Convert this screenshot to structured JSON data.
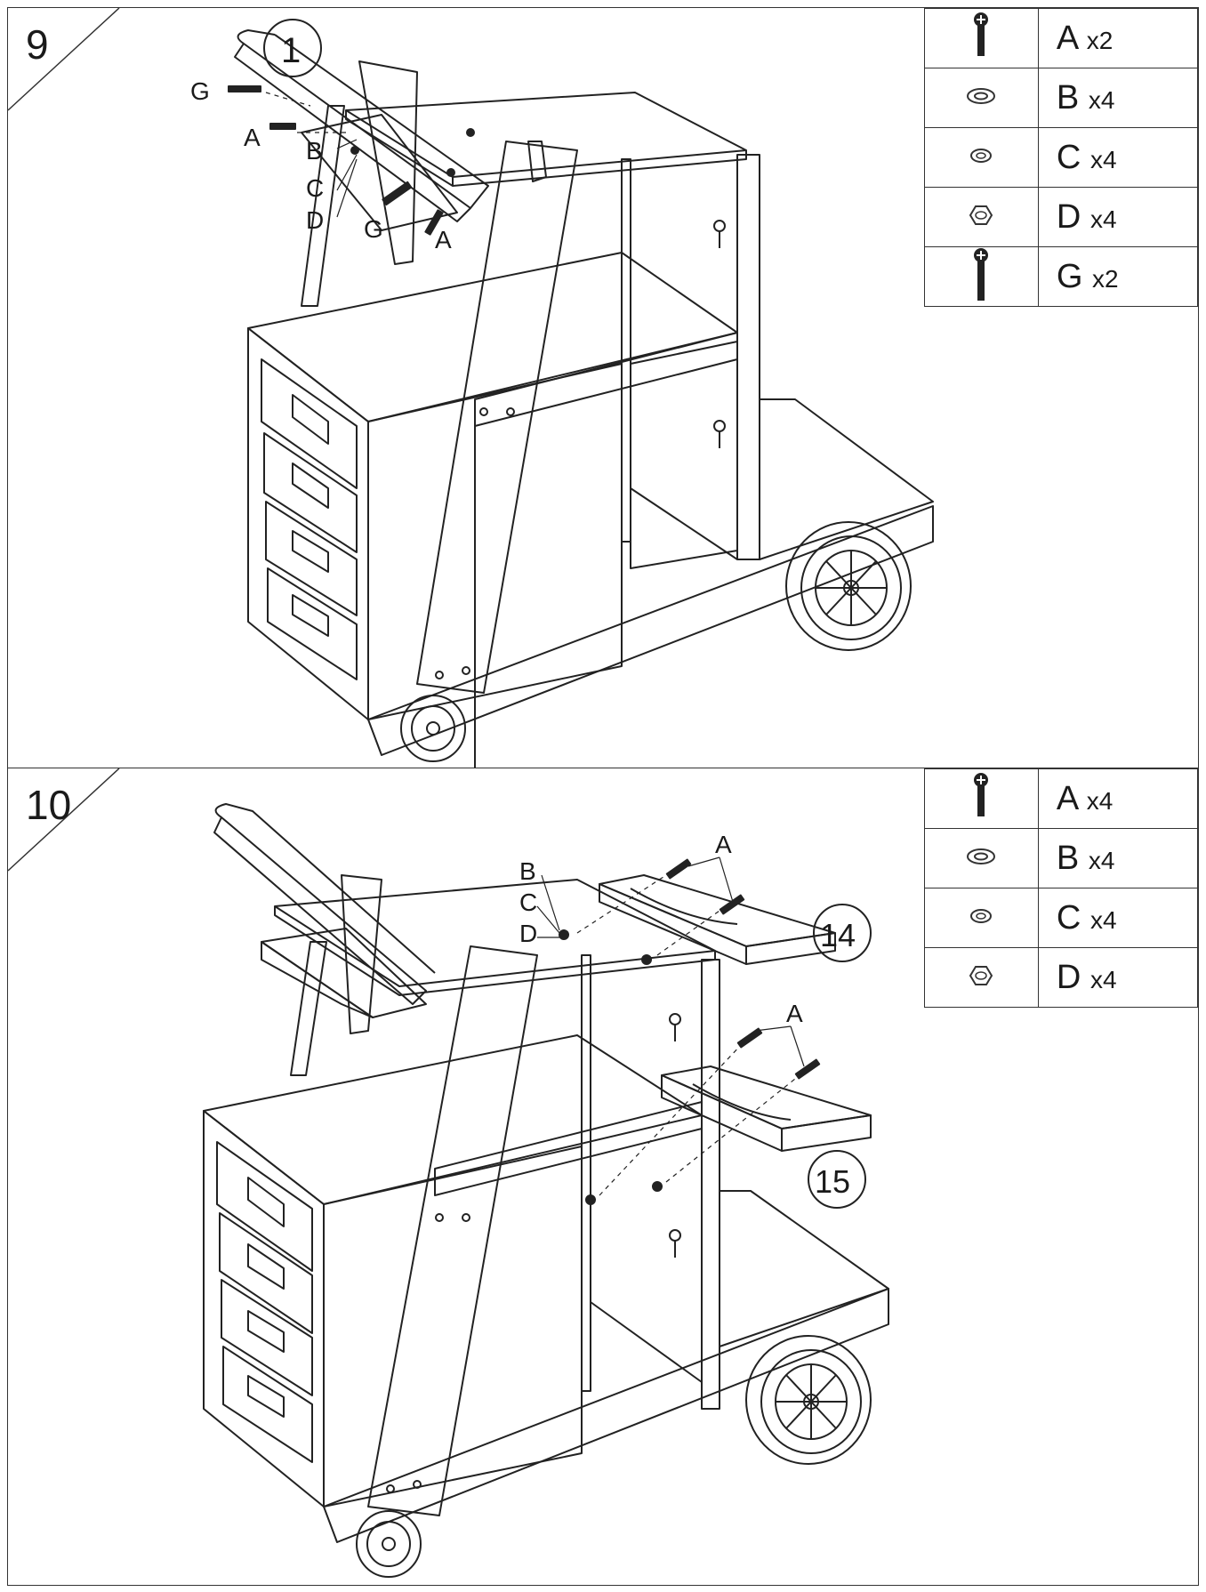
{
  "steps": [
    {
      "number": "9",
      "parts": [
        {
          "icon": "machine-screw-icon",
          "letter": "A",
          "qty": "x2"
        },
        {
          "icon": "flat-washer-icon",
          "letter": "B",
          "qty": "x4"
        },
        {
          "icon": "lock-washer-icon",
          "letter": "C",
          "qty": "x4"
        },
        {
          "icon": "hex-nut-icon",
          "letter": "D",
          "qty": "x4"
        },
        {
          "icon": "long-bolt-icon",
          "letter": "G",
          "qty": "x2"
        }
      ],
      "callouts": {
        "part": "1",
        "g1": "G",
        "a1": "A",
        "b": "B",
        "c": "C",
        "d": "D",
        "g2": "G",
        "a2": "A"
      }
    },
    {
      "number": "10",
      "parts": [
        {
          "icon": "machine-screw-icon",
          "letter": "A",
          "qty": "x4"
        },
        {
          "icon": "flat-washer-icon",
          "letter": "B",
          "qty": "x4"
        },
        {
          "icon": "lock-washer-icon",
          "letter": "C",
          "qty": "x4"
        },
        {
          "icon": "hex-nut-icon",
          "letter": "D",
          "qty": "x4"
        }
      ],
      "callouts": {
        "b": "B",
        "c": "C",
        "d": "D",
        "a1": "A",
        "a2": "A",
        "part14": "14",
        "part15": "15"
      }
    }
  ]
}
